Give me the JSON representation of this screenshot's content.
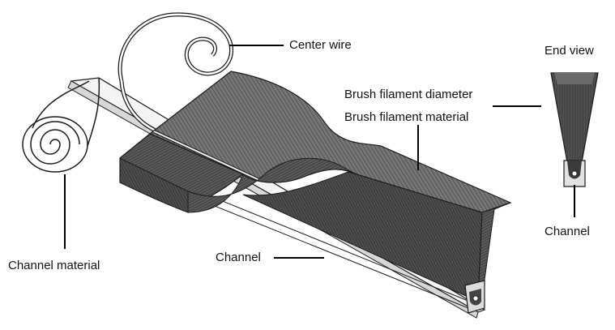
{
  "labels": {
    "center_wire": "Center wire",
    "end_view": "End view",
    "brush_filament_diameter": "Brush filament diameter",
    "brush_filament_material": "Brush filament material",
    "channel_material": "Channel material",
    "channel_main": "Channel",
    "channel_end": "Channel"
  },
  "colors": {
    "bristle_top": "#6e6e6e",
    "bristle_side": "#4a4a4a",
    "bristle_front": "#3c3c3c",
    "channel_metal": "#dcdcdc",
    "outline": "#1a1a1a",
    "leader": "#000000"
  }
}
